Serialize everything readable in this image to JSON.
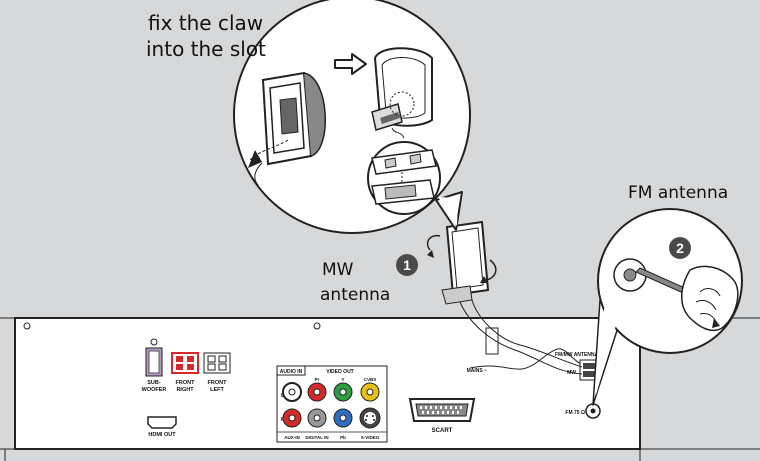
{
  "callouts": {
    "claw_line1": "fix the claw",
    "claw_line2": "into the slot",
    "fm_antenna": "FM antenna",
    "mw_line1": "MW",
    "mw_line2": "antenna"
  },
  "steps": [
    "1",
    "2"
  ],
  "panel": {
    "sub_line1": "SUB-",
    "sub_line2": "WOOFER",
    "front_right_line1": "FRONT",
    "front_right_line2": "RIGHT",
    "front_left_line1": "FRONT",
    "front_left_line2": "LEFT",
    "hdmi_out": "HDMI OUT",
    "audio_in": "AUDIO IN",
    "video_out": "VIDEO OUT",
    "pr": "Pr",
    "y": "Y",
    "cvbs": "CVBS",
    "l": "L",
    "r": "R",
    "aux_in": "AUX-IN",
    "digital_in": "DIGITAL IN",
    "pb": "Pb",
    "svideo": "S-VIDEO",
    "scart": "SCART",
    "mains": "MAINS ~",
    "fm_mw_antenna": "FM/MW ANTENNA",
    "mw": "MW",
    "fm": "FM 75 Ω"
  },
  "colors": {
    "background": "#d7d8d9",
    "panel": "#ffffff",
    "front_right": "#d42a2a",
    "subwoofer": "#b896c6",
    "jack_red": "#d42a2a",
    "jack_green": "#2e9e3e",
    "jack_blue": "#2e6fc4",
    "jack_yellow": "#e8c21a",
    "step_badge": "#4a4a4a"
  }
}
